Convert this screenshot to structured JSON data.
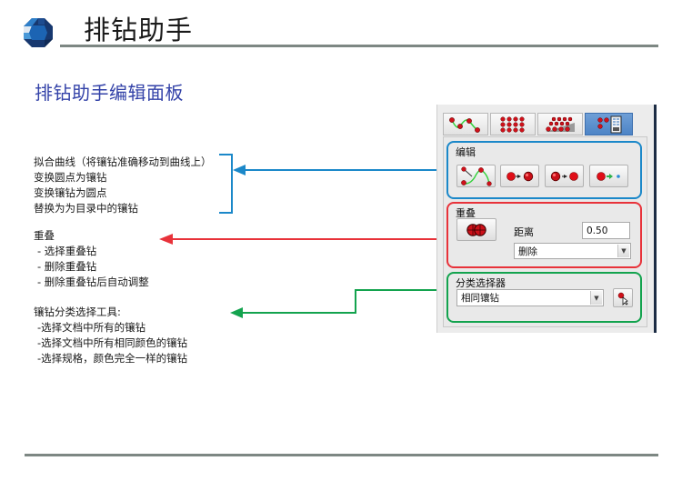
{
  "header": {
    "title": "排钻助手",
    "logo_icon": "sapphire-gem-icon"
  },
  "subtitle": "排钻助手编辑面板",
  "descriptions": {
    "edit": {
      "lines": [
        "拟合曲线（将镶钻准确移动到曲线上）",
        "变换圆点为镶钻",
        "变换镶钻为圆点",
        "替换为为目录中的镶钻"
      ]
    },
    "overlap": {
      "heading": "重叠",
      "items": [
        "- 选择重叠钻",
        "- 删除重叠钻",
        "- 删除重叠钻后自动调整"
      ]
    },
    "selector": {
      "heading": "镶钻分类选择工具:",
      "items": [
        "-选择文档中所有的镶钻",
        "-选择文档中所有相同颜色的镶钻",
        "-选择规格，颜色完全一样的镶钻"
      ]
    }
  },
  "colors": {
    "edit_accent": "#1b88c9",
    "overlap_accent": "#e8323a",
    "selector_accent": "#13a34e",
    "subtitle": "#3342a8",
    "rule": "#7d8783"
  },
  "panel": {
    "tabs": [
      {
        "icon": "curve-dots-icon",
        "active": false
      },
      {
        "icon": "grid-dots-icon",
        "active": false
      },
      {
        "icon": "staggered-dots-icon",
        "active": false
      },
      {
        "icon": "dots-catalog-icon",
        "active": true
      }
    ],
    "edit_group": {
      "label": "编辑",
      "buttons": [
        {
          "icon": "fit-curve-icon"
        },
        {
          "icon": "dot-to-stone-icon"
        },
        {
          "icon": "stone-to-dot-icon"
        },
        {
          "icon": "replace-from-catalog-icon"
        }
      ]
    },
    "overlap_group": {
      "label": "重叠",
      "button_icon": "overlap-stones-icon",
      "distance_label": "距离",
      "distance_value": "0.50",
      "action_selected": "删除"
    },
    "selector_group": {
      "label": "分类选择器",
      "selected": "相同镶钻",
      "pick_button_icon": "pick-stone-cursor-icon"
    }
  }
}
